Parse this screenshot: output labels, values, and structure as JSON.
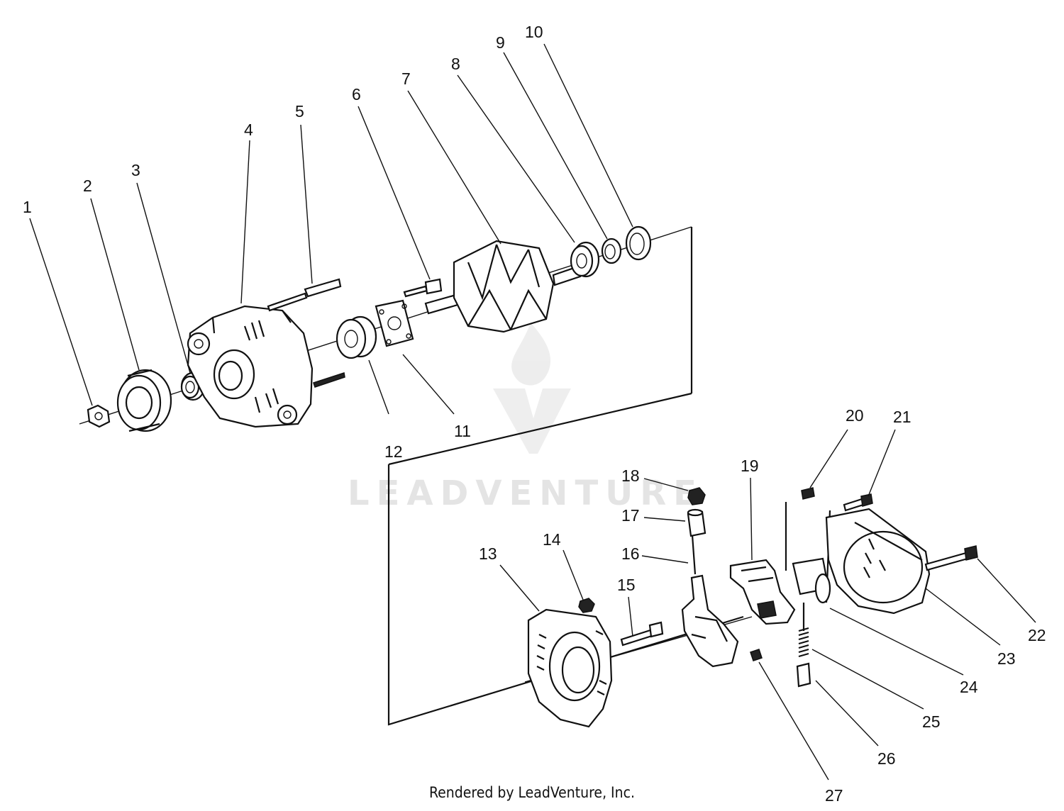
{
  "watermark": {
    "brand": "LEADVENTURE"
  },
  "footer": {
    "credit": "Rendered by LeadVenture, Inc."
  },
  "callouts": [
    "1",
    "2",
    "3",
    "4",
    "5",
    "6",
    "7",
    "8",
    "9",
    "10",
    "11",
    "12",
    "13",
    "14",
    "15",
    "16",
    "17",
    "18",
    "19",
    "20",
    "21",
    "22",
    "23",
    "24",
    "25",
    "26",
    "27"
  ]
}
